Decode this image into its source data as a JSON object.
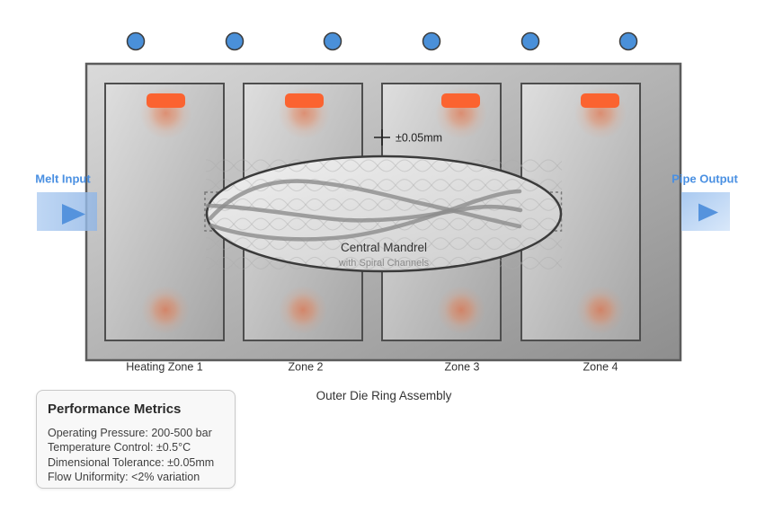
{
  "diagram": {
    "assembly_label": "Outer Die Ring Assembly",
    "melt_input_label": "Melt Input",
    "pipe_output_label": "Pipe Output",
    "tolerance_label": "±0.05mm",
    "mandrel": {
      "label": "Central Mandrel",
      "sublabel": "with Spiral Channels"
    },
    "zones": [
      {
        "label": "Heating Zone 1"
      },
      {
        "label": "Zone 2"
      },
      {
        "label": "Zone 3"
      },
      {
        "label": "Zone 4"
      }
    ],
    "bolt_count": 6
  },
  "metrics_panel": {
    "title": "Performance Metrics",
    "items": [
      "Operating Pressure: 200-500 bar",
      "Temperature Control: ±0.5°C",
      "Dimensional Tolerance: ±0.05mm",
      "Flow Uniformity: <2% variation"
    ]
  },
  "colors": {
    "heater_orange": "#fb6330",
    "bolt_blue": "#4a90d9",
    "flow_label_blue": "#4a90e2",
    "arrow_blue": "#5593dd"
  }
}
